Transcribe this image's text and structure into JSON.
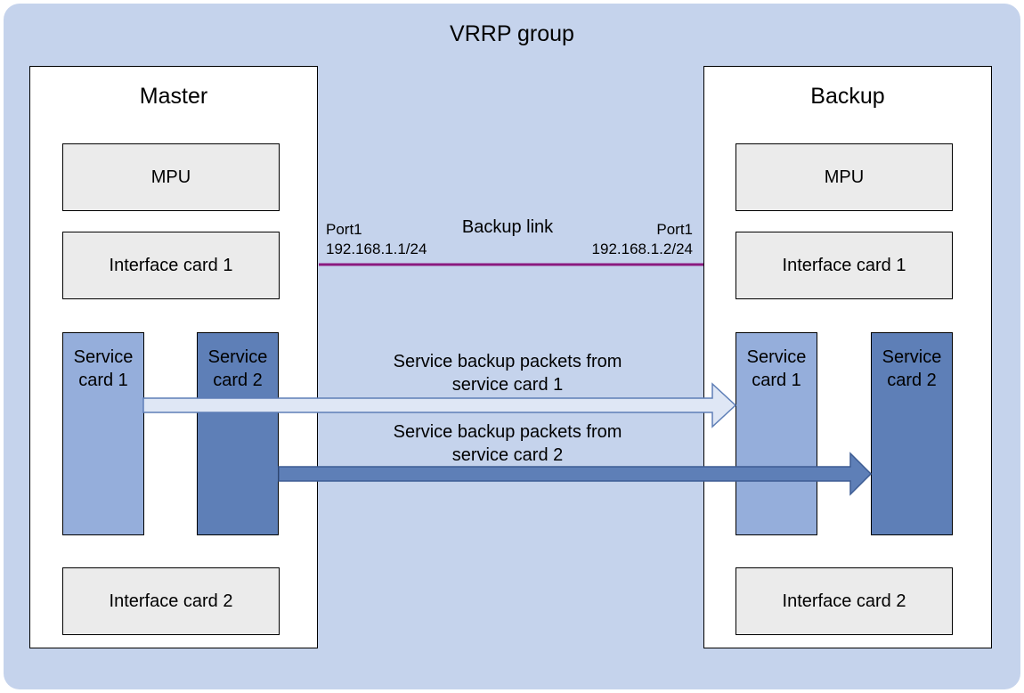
{
  "group": {
    "title": "VRRP group"
  },
  "master": {
    "title": "Master",
    "mpu": "MPU",
    "interface_card_1": "Interface card 1",
    "service_card_1": [
      "Service",
      "card 1"
    ],
    "service_card_2": [
      "Service",
      "card 2"
    ],
    "interface_card_2": "Interface card 2"
  },
  "backup": {
    "title": "Backup",
    "mpu": "MPU",
    "interface_card_1": "Interface card 1",
    "service_card_1": [
      "Service",
      "card 1"
    ],
    "service_card_2": [
      "Service",
      "card 2"
    ],
    "interface_card_2": "Interface card 2"
  },
  "link": {
    "label": "Backup link",
    "left_port": "Port1",
    "left_ip": "192.168.1.1/24",
    "right_port": "Port1",
    "right_ip": "192.168.1.2/24",
    "color": "#8b1a7f"
  },
  "flows": [
    {
      "label_line1": "Service backup packets from",
      "label_line2": "service card 1",
      "color": "#dfe7f5"
    },
    {
      "label_line1": "Service backup packets from",
      "label_line2": "service card 2",
      "color": "#5e7fb7"
    }
  ]
}
